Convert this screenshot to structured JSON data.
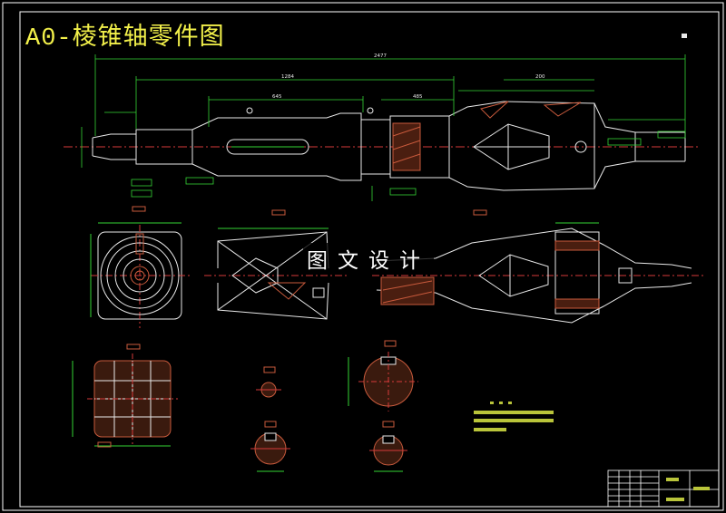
{
  "title": "A0-棱锥轴零件图",
  "watermark": "图文设计",
  "colors": {
    "background": "#000000",
    "title": "#f2f04a",
    "outline": "#ffffff",
    "geometry": "#e9e9e9",
    "dimension": "#35d435",
    "center_line": "#d63a3a",
    "hatch": "#c85a3c",
    "technical_notes": "#b9c43a"
  },
  "dimensions": {
    "overall_length": "2477",
    "segment_a": "1284",
    "segment_b": "645",
    "segment_c": "485",
    "segment_d": "200"
  }
}
